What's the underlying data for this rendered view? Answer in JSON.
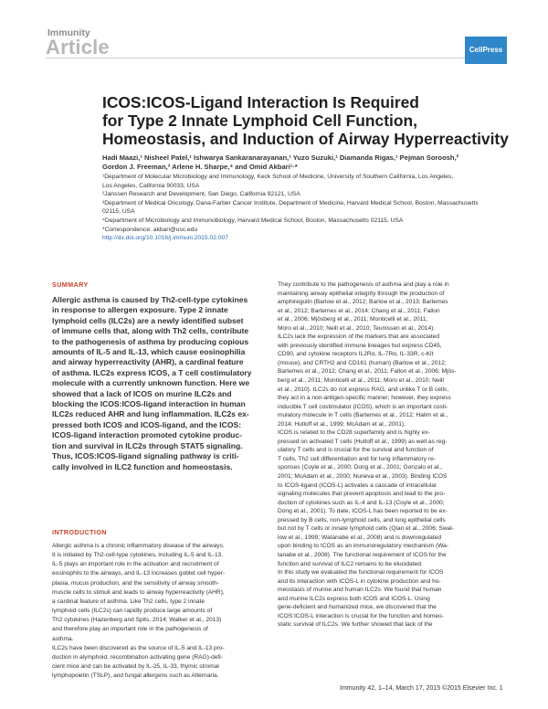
{
  "header": {
    "journal": "Immunity",
    "article_type": "Article",
    "publisher_logo": "CellPress"
  },
  "title_lines": [
    "ICOS:ICOS-Ligand Interaction Is Required",
    "for Type 2 Innate Lymphoid Cell Function,",
    "Homeostasis, and Induction of Airway Hyperreactivity"
  ],
  "authors_lines": [
    "Hadi Maazi,¹ Nisheel Patel,¹ Ishwarya Sankaranarayanan,¹ Yuzo Suzuki,¹ Diamanda Rigas,¹ Pejman Soroosh,²",
    "Gordon J. Freeman,³ Arlene H. Sharpe,⁴ and Omid Akbari¹·*"
  ],
  "affiliations_lines": [
    "¹Department of Molecular Microbiology and Immunology, Keck School of Medicine, University of Southern California, Los Angeles,",
    "Los Angeles, California 90033, USA",
    "²Janssen Research and Development, San Diego, California 92121, USA",
    "³Department of Medical Oncology, Dana-Farber Cancer Institute, Department of Medicine, Harvard Medical School, Boston, Massachusetts",
    "02115, USA",
    "⁴Department of Microbiology and Immunobiology, Harvard Medical School, Boston, Massachusetts 02115, USA",
    "*Correspondence: akbari@usc.edu",
    "http://dx.doi.org/10.1016/j.immuni.2015.02.007"
  ],
  "summary_heading": "SUMMARY",
  "summary_lines": [
    "Allergic asthma is caused by Th2-cell-type cytokines",
    "in response to allergen exposure. Type 2 innate",
    "lymphoid cells (ILC2s) are a newly identified subset",
    "of immune cells that, along with Th2 cells, contribute",
    "to the pathogenesis of asthma by producing copious",
    "amounts of IL-5 and IL-13, which cause eosinophilia",
    "and airway hyperreactivity (AHR), a cardinal feature",
    "of asthma. ILC2s express ICOS, a T cell costimulatory",
    "molecule with a currently unknown function. Here we",
    "showed that a lack of ICOS on murine ILC2s and",
    "blocking the ICOS:ICOS-ligand interaction in human",
    "ILC2s reduced AHR and lung inflammation. ILC2s ex-",
    "pressed both ICOS and ICOS-ligand, and the ICOS:",
    "ICOS-ligand interaction promoted cytokine produc-",
    "tion and survival in ILC2s through STAT5 signaling.",
    "Thus, ICOS:ICOS-ligand signaling pathway is criti-",
    "cally involved in ILC2 function and homeostasis."
  ],
  "intro_heading": "INTRODUCTION",
  "intro_lines": [
    "Allergic asthma is a chronic inflammatory disease of the airways.",
    "It is initiated by Th2-cell-type cytokines, including IL-5 and IL-13.",
    "IL-5 plays an important role in the activation and recruitment of",
    "eosinophils to the airways, and IL-13 increases goblet cell hyper-",
    "plasia, mucus production, and the sensitivity of airway smooth-",
    "muscle cells to stimuli and leads to airway hyperreactivity (AHR),",
    "a cardinal feature of asthma. Like Th2 cells, type 2 innate",
    "lymphoid cells (ILC2s) can rapidly produce large amounts of",
    "Th2 cytokines (Hazenberg and Spits, 2014; Walker et al., 2013)",
    "and therefore play an important role in the pathogenesis of",
    "asthma.",
    "    ILC2s have been discovered as the source of IL-5 and IL-13 pro-",
    "duction in alymphoid, recombination activating gene (RAG)-defi-",
    "cient mice and can be activated by IL-25, IL-33, thymic stromal",
    "lymphopoietin (TSLP), and fungal allergens such as Alternaria."
  ],
  "right_lines": [
    "They contribute to the pathogenesis of asthma and play a role in",
    "maintaining airway epithelial integrity through the production of",
    "amphiregulin (Barlow et al., 2012; Barlow et al., 2013; Bartemes",
    "et al., 2012; Bartemes et al., 2014; Chang et al., 2011; Fallon",
    "et al., 2006; Mjösberg et al., 2011; Monticelli et al., 2011;",
    "Moro et al., 2010; Neill et al., 2010; Teunissen et al., 2014).",
    "ILC2s lack the expression of the markers that are associated",
    "with previously identified immune lineages but express CD45,",
    "CD90, and cytokine receptors IL2Rα, IL-7Rα, IL-33R, c-Kit",
    "(mouse), and CRTH2 and CD161 (human) (Barlow et al., 2012;",
    "Bartemes et al., 2012; Chang et al., 2011; Fallon et al., 2006; Mjös-",
    "berg et al., 2011; Monticelli et al., 2011; Moro et al., 2010; Neill",
    "et al., 2010). ILC2s do not express RAG, and unlike T or B cells,",
    "they act in a non-antigen-specific manner; however, they express",
    "inducible T cell costimulator (ICOS), which is an important costi-",
    "mulatory molecule in T cells (Bartemes et al., 2012; Halim et al.,",
    "2014; Hutloff et al., 1999; McAdam et al., 2001).",
    "    ICOS is related to the CD28 superfamily and is highly ex-",
    "pressed on activated T cells (Hutloff et al., 1999) as well as reg-",
    "ulatory T cells and is crucial for the survival and function of",
    "T cells, Th2 cell differentiation and for lung inflammatory re-",
    "sponses (Coyle et al., 2000; Dong et al., 2001; Gonzalo et al.,",
    "2001; McAdam et al., 2000; Nurieva et al., 2003). Binding ICOS",
    "to ICOS-ligand (ICOS-L) activates a cascade of intracellular",
    "signaling molecules that prevent apoptosis and lead to the pro-",
    "duction of cytokines such as IL-4 and IL-13 (Coyle et al., 2000;",
    "Dong et al., 2001). To date, ICOS-L has been reported to be ex-",
    "pressed by B cells, non-lymphoid cells, and lung epithelial cells",
    "but not by T cells or innate lymphoid cells (Qian et al., 2006; Swal-",
    "low et al., 1999; Watanabe et al., 2008) and is downregulated",
    "upon binding to ICOS as an immunoregulatory mechanism (Wa-",
    "tanabe et al., 2008). The functional requirement of ICOS for the",
    "function and survival of ILC2 remains to be elucidated.",
    "    In this study we evaluated the functional requirement for ICOS",
    "and its interaction with ICOS-L in cytokine production and ho-",
    "meostasis of murine and human ILC2s. We found that human",
    "and murine ILC2s express both ICOS and ICOS-L. Using",
    "gene-deficient and humanized mice, we discovered that the",
    "ICOS:ICOS-L interaction is crucial for the function and homeo-",
    "static survival of ILC2s. We further showed that lack of the"
  ],
  "footer": "Immunity 42, 1–14, March 17, 2015 ©2015 Elsevier Inc.   1"
}
